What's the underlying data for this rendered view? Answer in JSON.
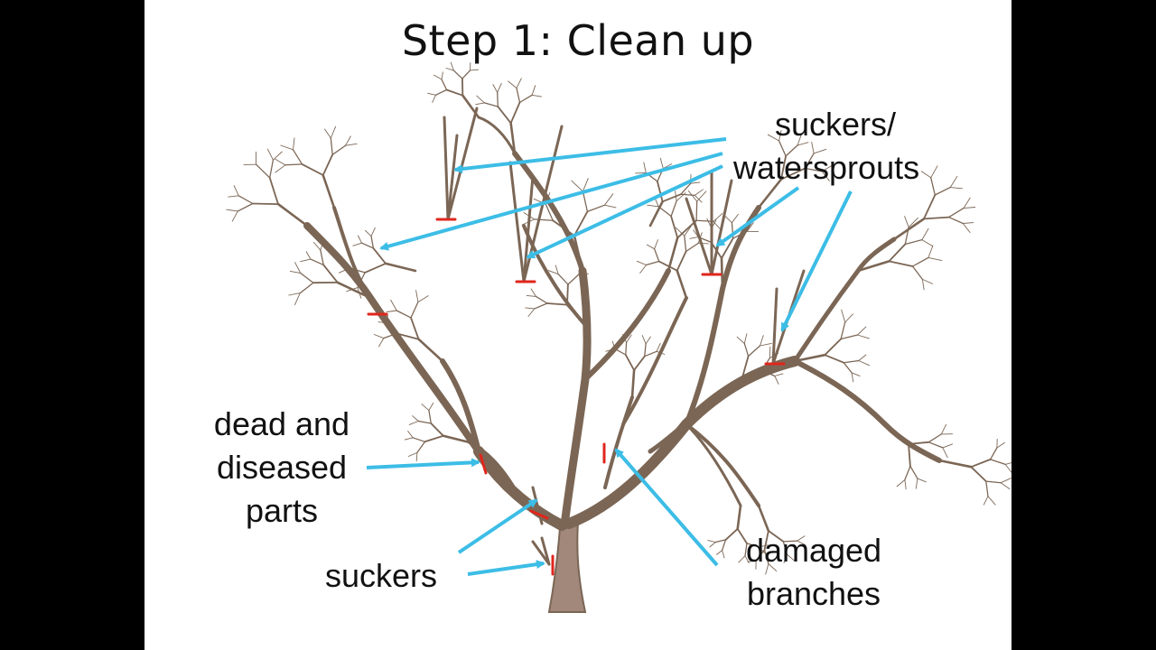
{
  "slide": {
    "title": "Step 1:  Clean up"
  },
  "labels": {
    "suckers_waterspouts": {
      "line1": "suckers/",
      "line2": "watersprouts"
    },
    "dead_diseased": {
      "line1": "dead and",
      "line2": "diseased",
      "line3": "parts"
    },
    "suckers": {
      "line1": "suckers"
    },
    "damaged": {
      "line1": "damaged",
      "line2": "branches"
    }
  },
  "colors": {
    "background": "#ffffff",
    "letterbox": "#000000",
    "branch": "#7b6655",
    "trunk": "#a1887a",
    "arrow": "#3cbde6",
    "cut_mark": "#e0261c",
    "text": "#111111"
  }
}
